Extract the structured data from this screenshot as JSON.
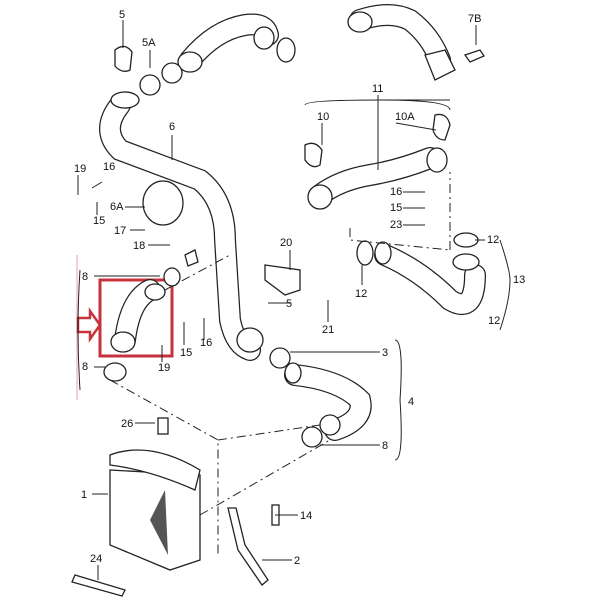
{
  "diagram": {
    "title": "Intercooler charge air hoses exploded parts diagram",
    "highlight_color": "#c8323c",
    "labels": {
      "p5_top": "5",
      "p5a": "5A",
      "p7b": "7B",
      "p11": "11",
      "p10": "10",
      "p10a": "10A",
      "p6": "6",
      "p16_left": "16",
      "p19_left": "19",
      "p15_left": "15",
      "p6a": "6A",
      "p17": "17",
      "p18": "18",
      "p16_right": "16",
      "p15_right": "15",
      "p23": "23",
      "p12_a": "12",
      "p20": "20",
      "p12_b": "12",
      "p13": "13",
      "p12_c": "12",
      "p8_top": "8",
      "p5_mid": "5",
      "p21": "21",
      "p15_mid": "15",
      "p16_mid": "16",
      "p19_mid": "19",
      "p8_mid": "8",
      "p3": "3",
      "p4": "4",
      "p26": "26",
      "p8_low": "8",
      "p1": "1",
      "p14": "14",
      "p2": "2",
      "p24": "24"
    }
  }
}
